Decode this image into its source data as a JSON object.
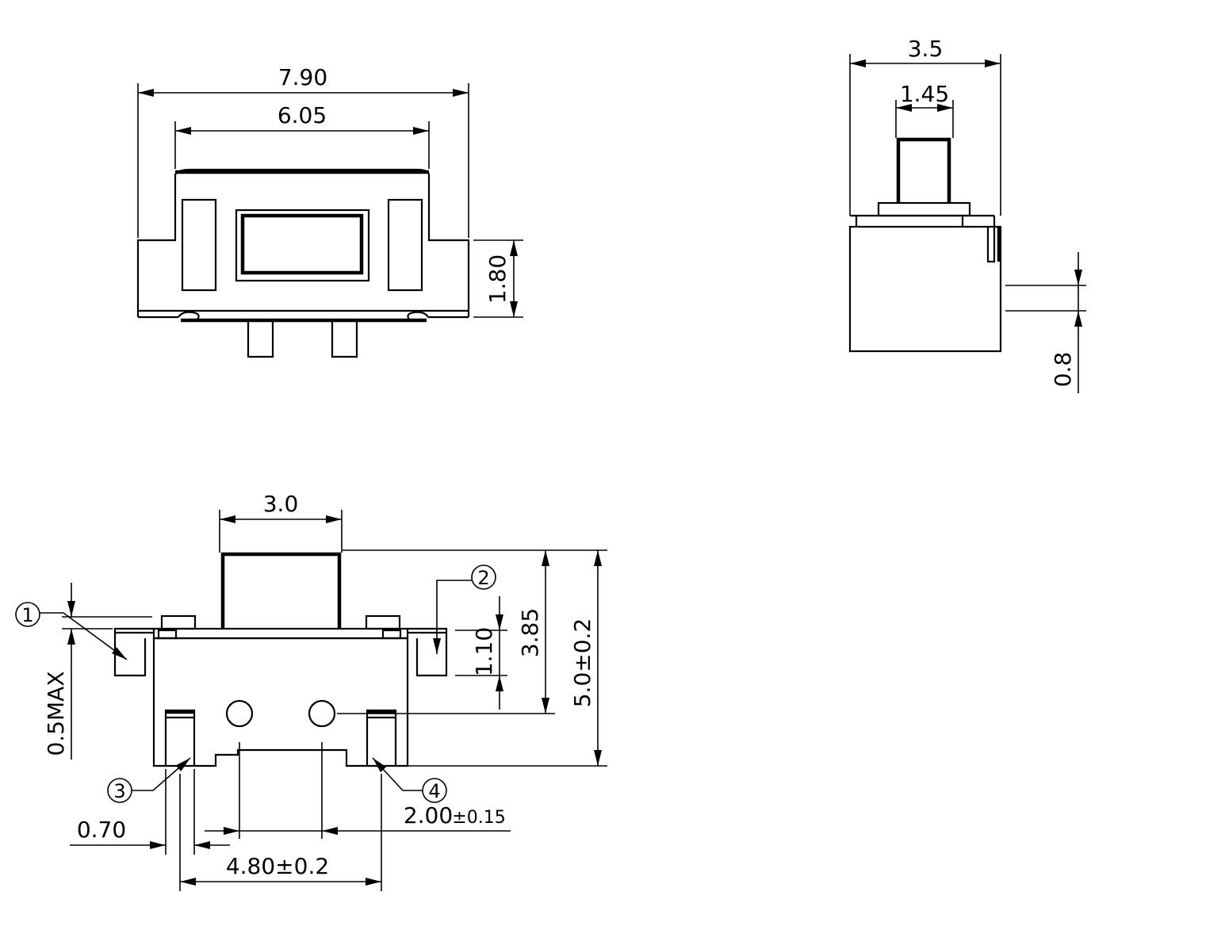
{
  "front_view": {
    "overall_width": "7.90",
    "body_width": "6.05",
    "height": "1.80"
  },
  "side_view": {
    "overall_width": "3.5",
    "actuator_width": "1.45",
    "terminal_thickness": "0.8"
  },
  "top_view": {
    "actuator_width": "3.0",
    "mount_height": "1.10",
    "body_height": "3.85",
    "overall_height": "5.0±0.2",
    "standoff": "0.5MAX",
    "pad_width": "0.70",
    "pin_pitch": "2.00",
    "pin_pitch_tol": "±0.15",
    "pad_span": "4.80±0.2"
  },
  "callouts": [
    "1",
    "2",
    "3",
    "4"
  ]
}
